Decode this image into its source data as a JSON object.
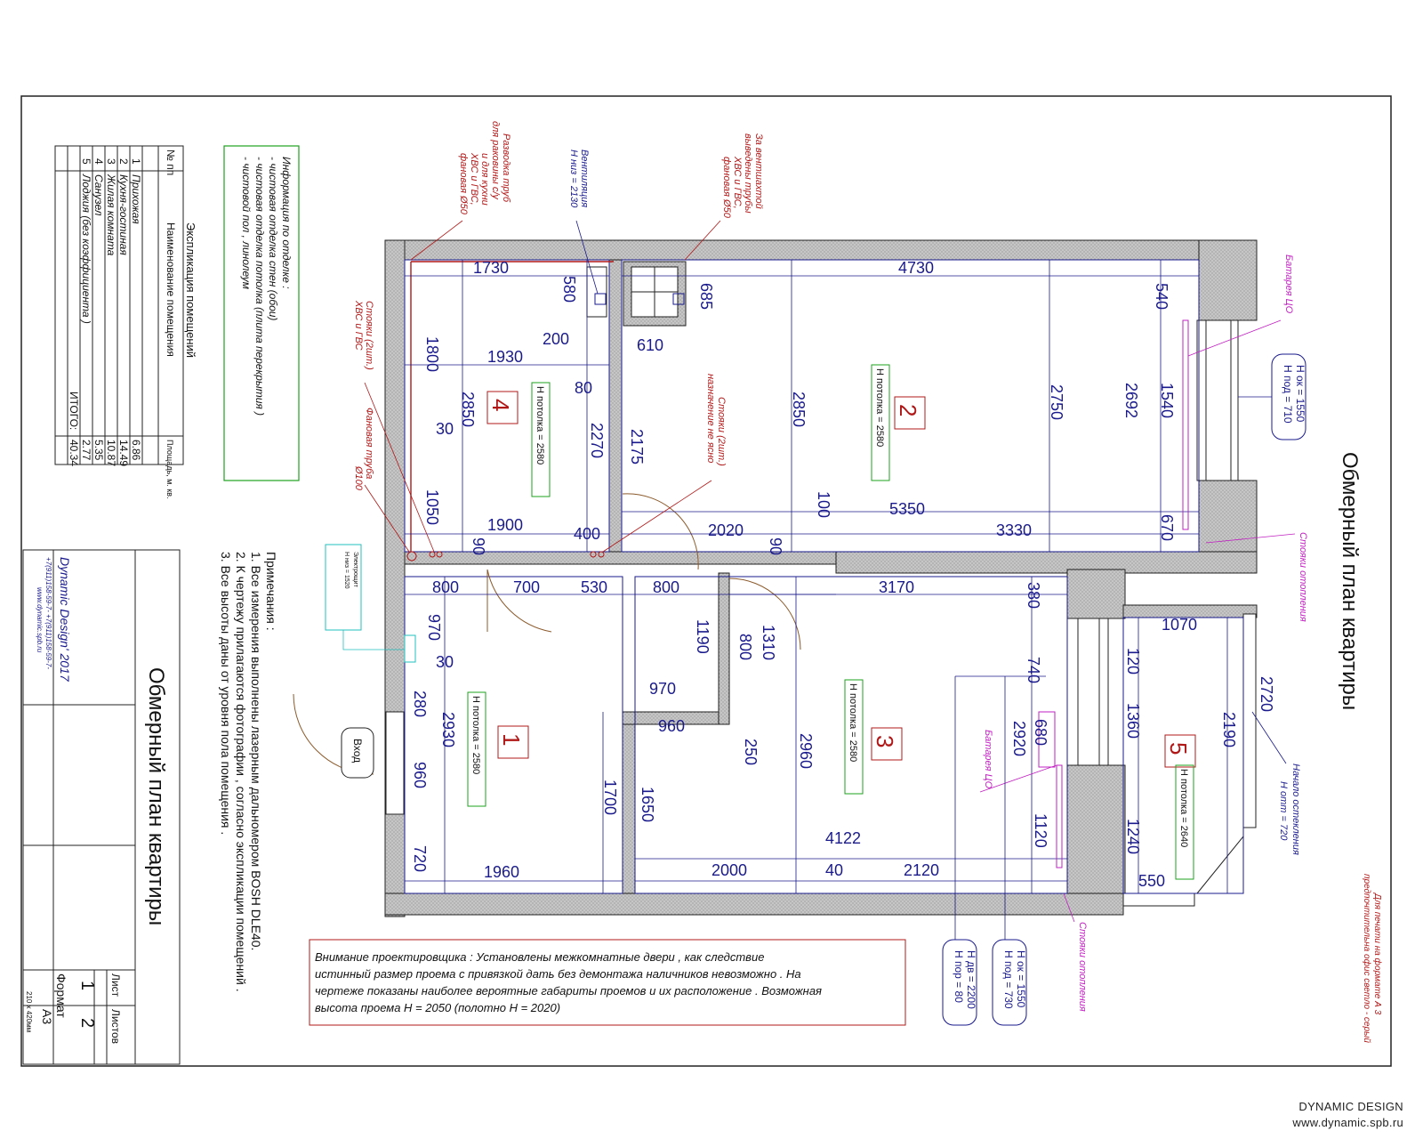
{
  "title": "Обмерный план квартиры",
  "stamp": {
    "company": "Dynamic Design' 2017",
    "phones": "+7(911)158-59-7-   +7(911)158-59-7-",
    "site": "www.dynamic.spb.ru",
    "title": "Обмерный план квартиры",
    "sheet_label": "Лист",
    "sheets_label": "Листов",
    "sheet": "1",
    "sheets": "2",
    "format_label": "Формат",
    "format": "А3",
    "format_size": "210 х 420мм"
  },
  "explication": {
    "heading": "Экспликация помещений",
    "col_no": "№ пп",
    "col_name": "Наименование помещения",
    "col_area": "Площадь, м. кв.",
    "rows": [
      {
        "no": "1",
        "name": "Прихожая",
        "area": "6.86"
      },
      {
        "no": "2",
        "name": "Кухня-гостиная",
        "area": "14.49"
      },
      {
        "no": "3",
        "name": "Жилая комната",
        "area": "10.87"
      },
      {
        "no": "4",
        "name": "Санузел",
        "area": "5.35"
      },
      {
        "no": "5",
        "name": "Лоджия  (без коэффициента )",
        "area": "2.77"
      }
    ],
    "total_label": "ИТОГО:",
    "total": "40.34"
  },
  "finish_info": {
    "heading": "Информация по отделке :",
    "lines": [
      "- чистовая отделка стен  (обои)",
      "- чистовая отделка потолка  (плита перекрытия )",
      "- чистовой пол , линолеум"
    ]
  },
  "notes": {
    "heading": "Примечания :",
    "lines": [
      "1. Все измерения выполнены лазерным дальномером   BOSH DLE40.",
      "2. К чертежу прилагаются фотографии , согласно экспликации помещений .",
      "3. Все высоты даны от уровня  пола помещения ."
    ]
  },
  "warning": {
    "lines": [
      "Внимание проектировщика : Установлены межкомнатные двери , как следствие",
      "истинный размер проема с привязкой дать без демонтажа наличников невозможно .  На",
      "чертеже показаны наиболее вероятные габариты проемов и их расположение   . Возможная",
      "высота проема Н = 2050 (полотно Н = 2020)"
    ]
  },
  "rooms": [
    {
      "num": "1",
      "ceiling": "Н потолка = 2580"
    },
    {
      "num": "2",
      "ceiling": "Н потолка = 2580"
    },
    {
      "num": "3",
      "ceiling": "Н потолка = 2580"
    },
    {
      "num": "4",
      "ceiling": "Н потолка = 2580"
    },
    {
      "num": "5",
      "ceiling": "Н потолка = 2640"
    }
  ],
  "annotations": {
    "ventilation": [
      "Вентиляция",
      "Н низ = 2130"
    ],
    "pipes_sink": [
      "Разводка труб",
      "для раковины с/у",
      "и для кухни",
      "ХВС и ГВС,",
      "фановая Ø50"
    ],
    "pipes_behind": [
      "За вентшахтой",
      "выведены трубы",
      "ХВС и ГВС,",
      "фановая Ø50"
    ],
    "risers_hvs": [
      "Стояки  (2шт.)",
      "ХВС и ГВС"
    ],
    "fan_pipe": [
      "Фановая труба",
      "Ø100"
    ],
    "risers_unknown": [
      "Стояки  (2шт.)",
      "назначение не ясно"
    ],
    "battery_top": "Батарея ЦО",
    "battery_mid": "Батарея ЦО",
    "heating_risers_r": "Стояки отопления",
    "heating_risers_b": "Стояки отопления",
    "glazing": [
      "Начало остекления",
      "Н отт = 720"
    ],
    "window_kitchen": [
      "Н ок = 1550",
      "Н под = 710"
    ],
    "window_room": [
      "Н ок = 1550",
      "Н под = 730"
    ],
    "balcony_door": [
      "Н дв = 2200",
      "Н пор = 80"
    ],
    "meters": [
      "Электрощит",
      "Н низ = 1520"
    ],
    "entrance": "Вход",
    "print_note": [
      "Для печати на формате А  3",
      "предпочтительна  офис светло - серый"
    ]
  },
  "dims": {
    "d1730": "1730",
    "d580": "580",
    "d685": "685",
    "d4730": "4730",
    "d540": "540",
    "d200": "200",
    "d610": "610",
    "d1930": "1930",
    "d1800": "1800",
    "d80": "80",
    "d2850a": "2850",
    "d2270": "2270",
    "d2175": "2175",
    "d2850b": "2850",
    "d2750": "2750",
    "d2692": "2692",
    "d1540": "1540",
    "d30a": "30",
    "d1050": "1050",
    "d1900": "1900",
    "d100": "100",
    "d5350": "5350",
    "d670": "670",
    "d90a": "90",
    "d400": "400",
    "d2020": "2020",
    "d90b": "90",
    "d3330": "3330",
    "d800a": "800",
    "d700": "700",
    "d530": "530",
    "d800b": "800",
    "d3170": "3170",
    "d380": "380",
    "d1070": "1070",
    "d970a": "970",
    "d30b": "30",
    "d1190": "1190",
    "d800c": "800",
    "d1310": "1310",
    "d740": "740",
    "d120": "120",
    "d2720": "2720",
    "d280": "280",
    "d970b": "970",
    "d2930": "2930",
    "d960a": "960",
    "d1360": "1360",
    "d2190": "2190",
    "d960b": "960",
    "d250": "250",
    "d2960": "2960",
    "d2920": "2920",
    "d680": "680",
    "d1700": "1700",
    "d1650": "1650",
    "d1120": "1120",
    "d1240": "1240",
    "d720": "720",
    "d4122": "4122",
    "d1960": "1960",
    "d2000": "2000",
    "d40": "40",
    "d2120": "2120",
    "d550": "550"
  },
  "footer": {
    "brand": "DYNAMIC DESIGN",
    "site": "www.dynamic.spb.ru"
  },
  "colors": {
    "wall": "#c8c8c8",
    "dim": "#1a1a8c",
    "red": "#b01818",
    "magenta": "#c020c0",
    "green": "#1ea01e",
    "cyan": "#20c0c0"
  }
}
